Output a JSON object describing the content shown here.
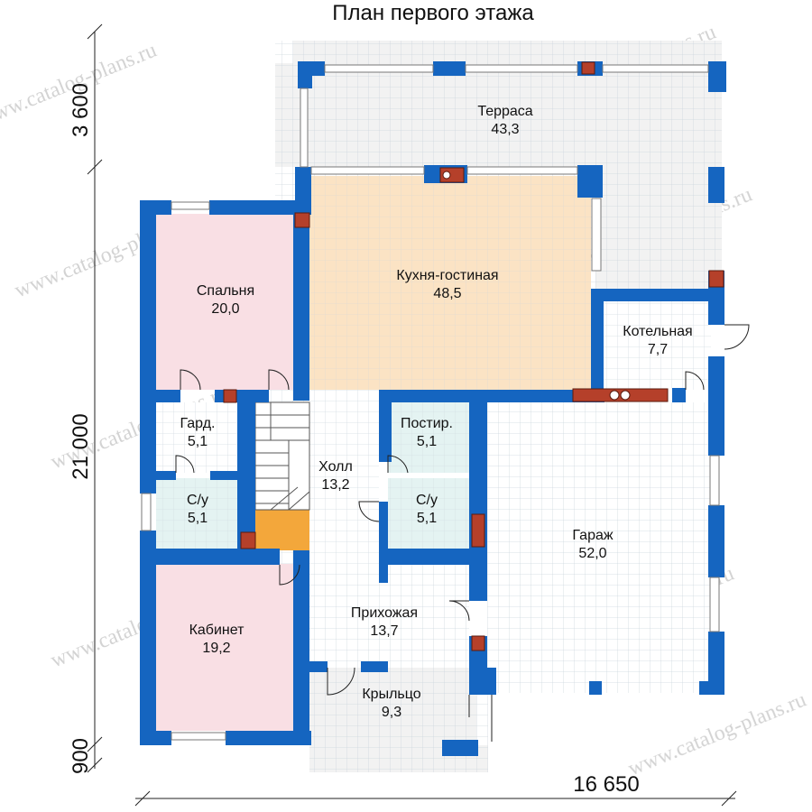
{
  "title": "План первого этажа",
  "watermark": "www.catalog-plans.ru",
  "dimensions": {
    "top_left": "3 600",
    "left": "21 000",
    "bottom_left": "900",
    "bottom": "16 650"
  },
  "rooms": [
    {
      "id": "terrace",
      "name": "Терраса",
      "area": "43,3",
      "fill": "#f2f2f2"
    },
    {
      "id": "kitchen",
      "name": "Кухня-гостиная",
      "area": "48,5",
      "fill": "#fbe3c4"
    },
    {
      "id": "bedroom",
      "name": "Спальня",
      "area": "20,0",
      "fill": "#f9dfe4"
    },
    {
      "id": "boiler",
      "name": "Котельная",
      "area": "7,7",
      "fill": "#ffffff"
    },
    {
      "id": "wardrobe",
      "name": "Гард.",
      "area": "5,1",
      "fill": "#ffffff"
    },
    {
      "id": "laundry",
      "name": "Постир.",
      "area": "5,1",
      "fill": "#e4f3f2"
    },
    {
      "id": "hall",
      "name": "Холл",
      "area": "13,2",
      "fill": "#ffffff"
    },
    {
      "id": "wc-left",
      "name": "С/у",
      "area": "5,1",
      "fill": "#e4f3f2"
    },
    {
      "id": "wc-right",
      "name": "С/у",
      "area": "5,1",
      "fill": "#e4f3f2"
    },
    {
      "id": "garage",
      "name": "Гараж",
      "area": "52,0",
      "fill": "#ffffff"
    },
    {
      "id": "study",
      "name": "Кабинет",
      "area": "19,2",
      "fill": "#f9dfe4"
    },
    {
      "id": "entry",
      "name": "Прихожая",
      "area": "13,7",
      "fill": "#ffffff"
    },
    {
      "id": "porch",
      "name": "Крыльцо",
      "area": "9,3",
      "fill": "#f2f2f2"
    }
  ],
  "colors": {
    "wall": "#1565c0",
    "column": "#b5402a",
    "grid": "#c9d3dc",
    "stair": "#f3a73b"
  }
}
